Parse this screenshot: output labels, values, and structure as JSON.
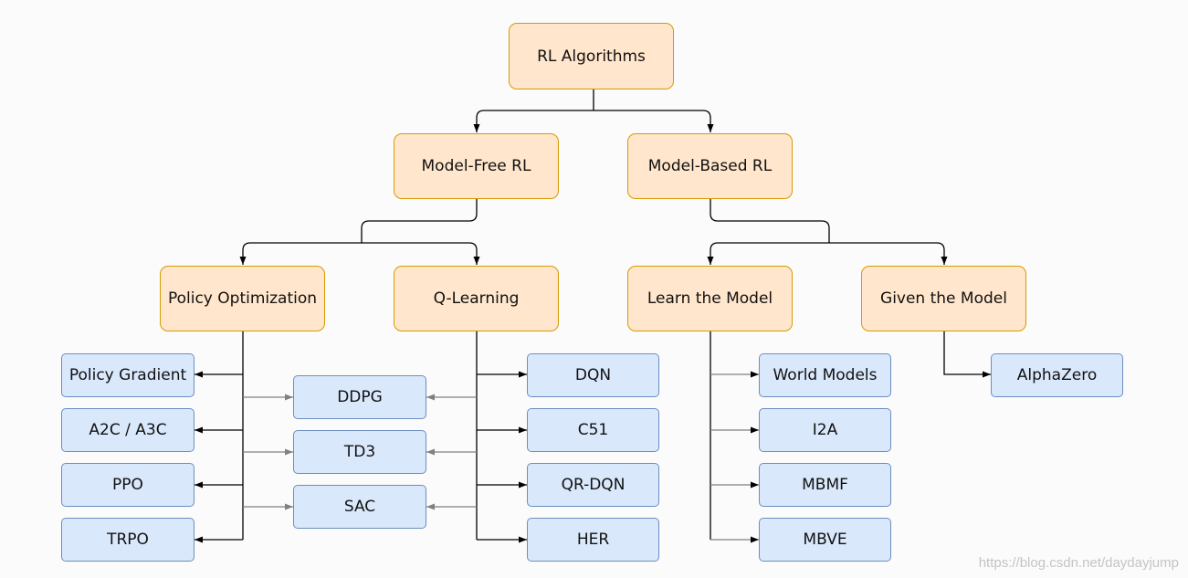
{
  "diagram": {
    "root": "RL Algorithms",
    "model_free": "Model-Free RL",
    "model_based": "Model-Based RL",
    "policy_optimization": "Policy Optimization",
    "q_learning": "Q-Learning",
    "learn_the_model": "Learn the Model",
    "given_the_model": "Given the Model",
    "policy_gradient": "Policy Gradient",
    "a2c_a3c": "A2C / A3C",
    "ppo": "PPO",
    "trpo": "TRPO",
    "ddpg": "DDPG",
    "td3": "TD3",
    "sac": "SAC",
    "dqn": "DQN",
    "c51": "C51",
    "qr_dqn": "QR-DQN",
    "her": "HER",
    "world_models": "World Models",
    "i2a": "I2A",
    "mbmf": "MBMF",
    "mbve": "MBVE",
    "alphazero": "AlphaZero"
  },
  "watermark": "https://blog.csdn.net/daydayjump",
  "colors": {
    "category_fill": "#ffe6cc",
    "category_border": "#d79b00",
    "algorithm_fill": "#dae8fc",
    "algorithm_border": "#6c8ebf",
    "edge_dark": "#000000",
    "edge_gray": "#808080"
  }
}
